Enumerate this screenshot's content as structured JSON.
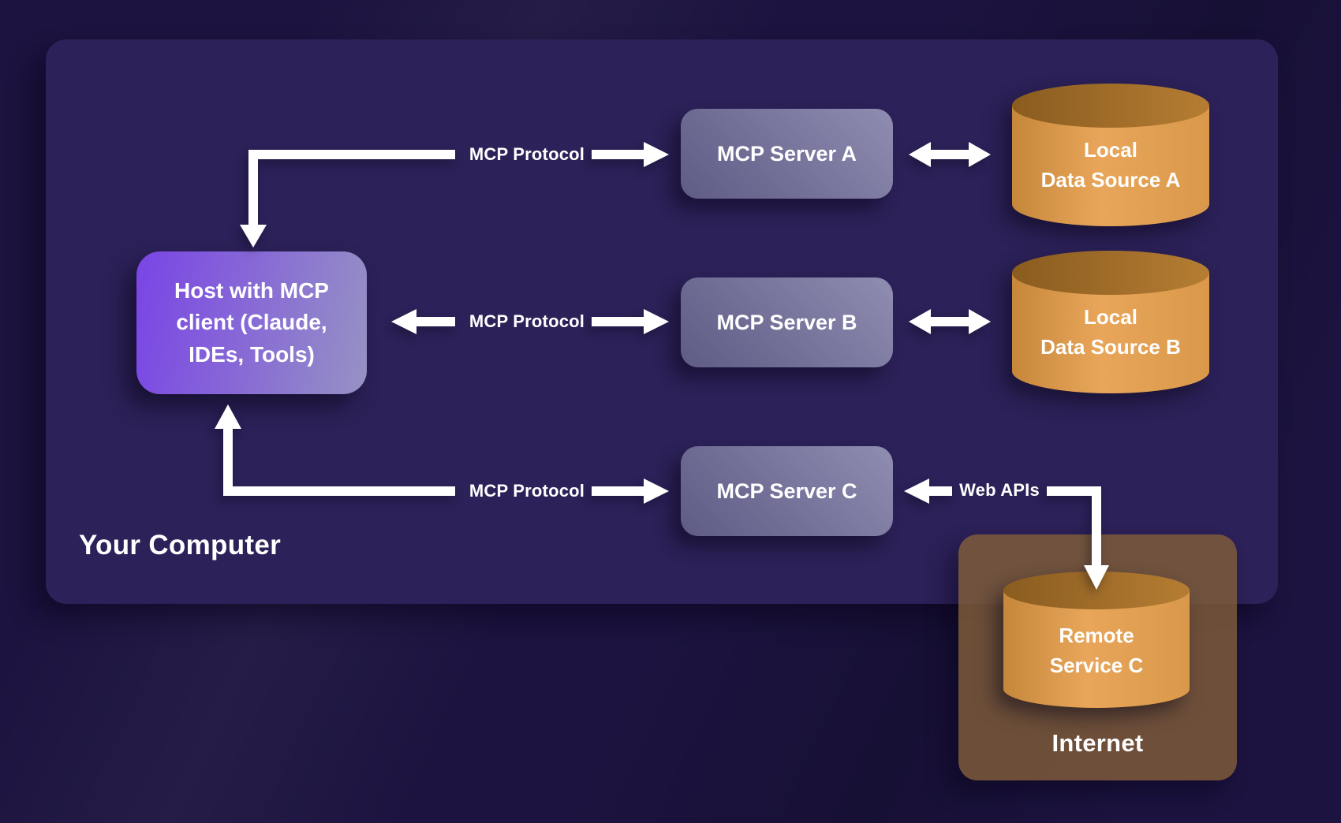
{
  "diagram": {
    "computer_label": "Your Computer",
    "internet_label": "Internet"
  },
  "host": {
    "lines": [
      "Host with MCP",
      "client (Claude,",
      "IDEs, Tools)"
    ]
  },
  "servers": [
    {
      "label": "MCP Server A"
    },
    {
      "label": "MCP Server B"
    },
    {
      "label": "MCP Server C"
    }
  ],
  "data_sources": [
    {
      "lines": [
        "Local",
        "Data Source A"
      ]
    },
    {
      "lines": [
        "Local",
        "Data Source B"
      ]
    }
  ],
  "remote_service": {
    "lines": [
      "Remote",
      "Service C"
    ]
  },
  "edge_labels": {
    "protocol_a": "MCP Protocol",
    "protocol_b": "MCP Protocol",
    "protocol_c": "MCP Protocol",
    "web_apis": "Web APIs"
  },
  "colors": {
    "background": "#1c1340",
    "computer_box": "#2c2158",
    "host_grad_start": "#7a44e6",
    "host_grad_end": "#9692c4",
    "server_grad_start": "#5e5b85",
    "server_grad_end": "#8f8db1",
    "cylinder_body": "#e2a054",
    "cylinder_top": "#a9752e",
    "internet_box": "rgba(125, 91, 58, 0.85)",
    "arrow": "#ffffff",
    "text": "#ffffff"
  }
}
